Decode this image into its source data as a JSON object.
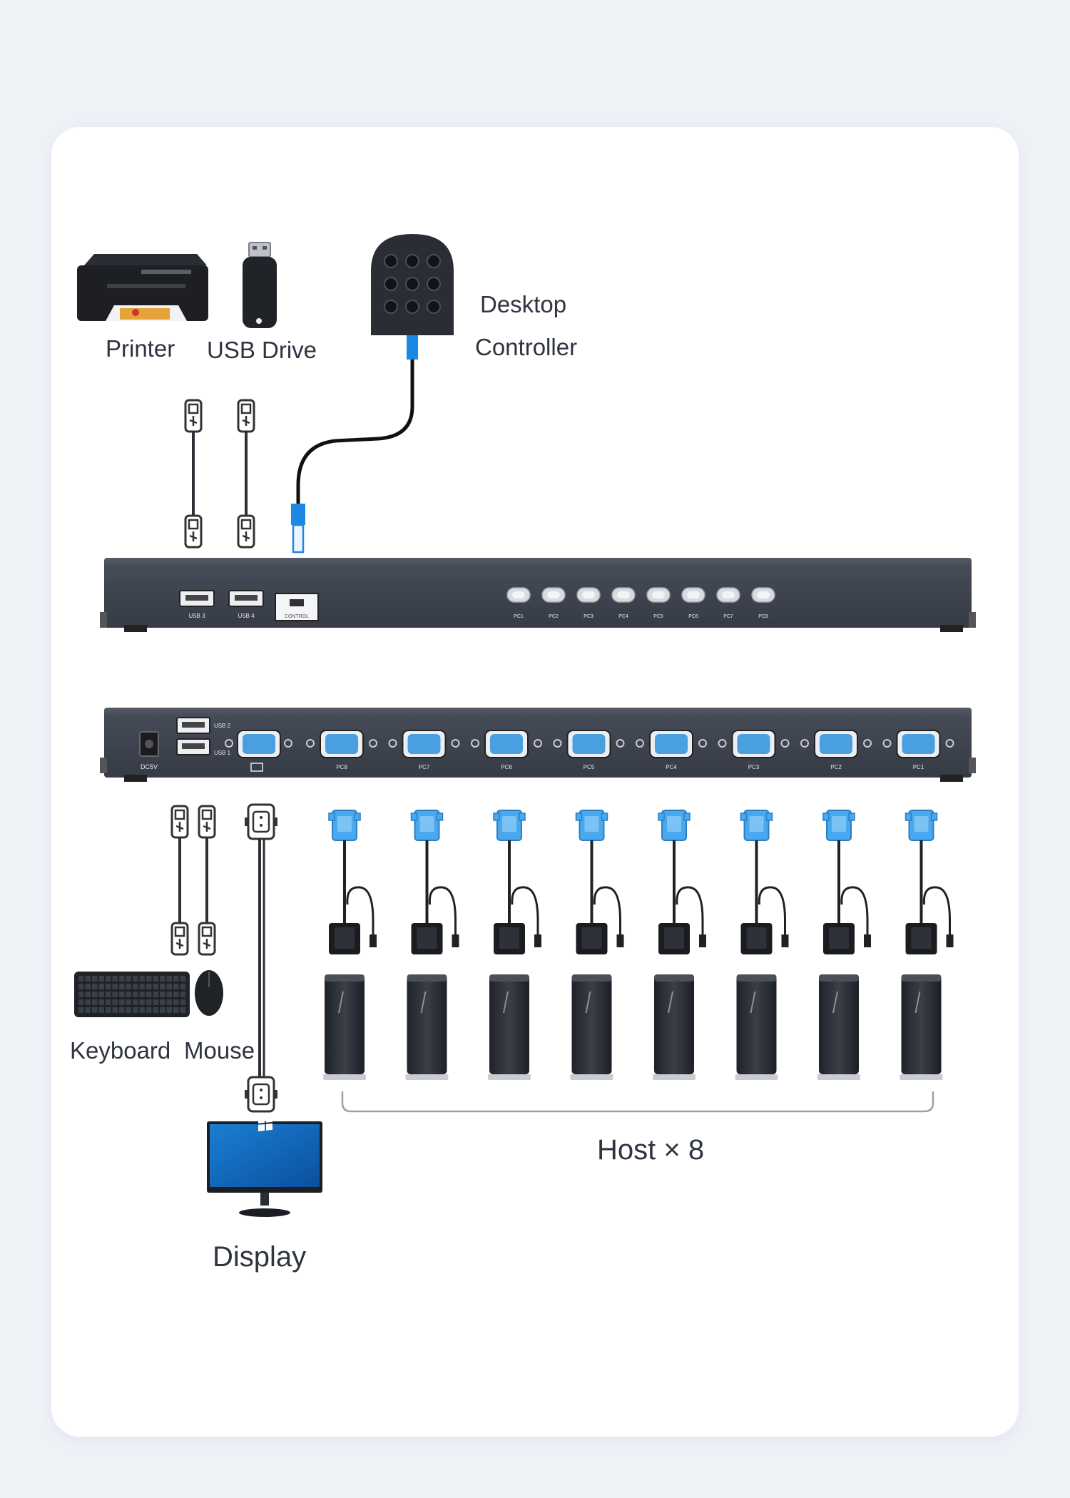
{
  "labels": {
    "printer": "Printer",
    "usb_drive": "USB Drive",
    "desktop_controller_line1": "Desktop",
    "desktop_controller_line2": "Controller",
    "keyboard": "Keyboard",
    "mouse": "Mouse",
    "display": "Display",
    "hosts": "Host × 8"
  },
  "front_panel": {
    "usb_ports": [
      "USB 3",
      "USB 4"
    ],
    "control_port": "CONTROL",
    "pc_buttons": [
      "PC1",
      "PC2",
      "PC3",
      "PC4",
      "PC5",
      "PC6",
      "PC7",
      "PC8"
    ]
  },
  "rear_panel": {
    "power_label": "DC5V",
    "usb_labels": [
      "USB 2",
      "USB 1"
    ],
    "vga_ports": [
      "PC8",
      "PC7",
      "PC6",
      "PC5",
      "PC4",
      "PC3",
      "PC2",
      "PC1"
    ]
  },
  "colors": {
    "device_body": "#3a404c",
    "vga_blue": "#4a9fe0",
    "cable": "#2b2f36",
    "connector_accent": "#1e88e5"
  },
  "host_count": 8
}
